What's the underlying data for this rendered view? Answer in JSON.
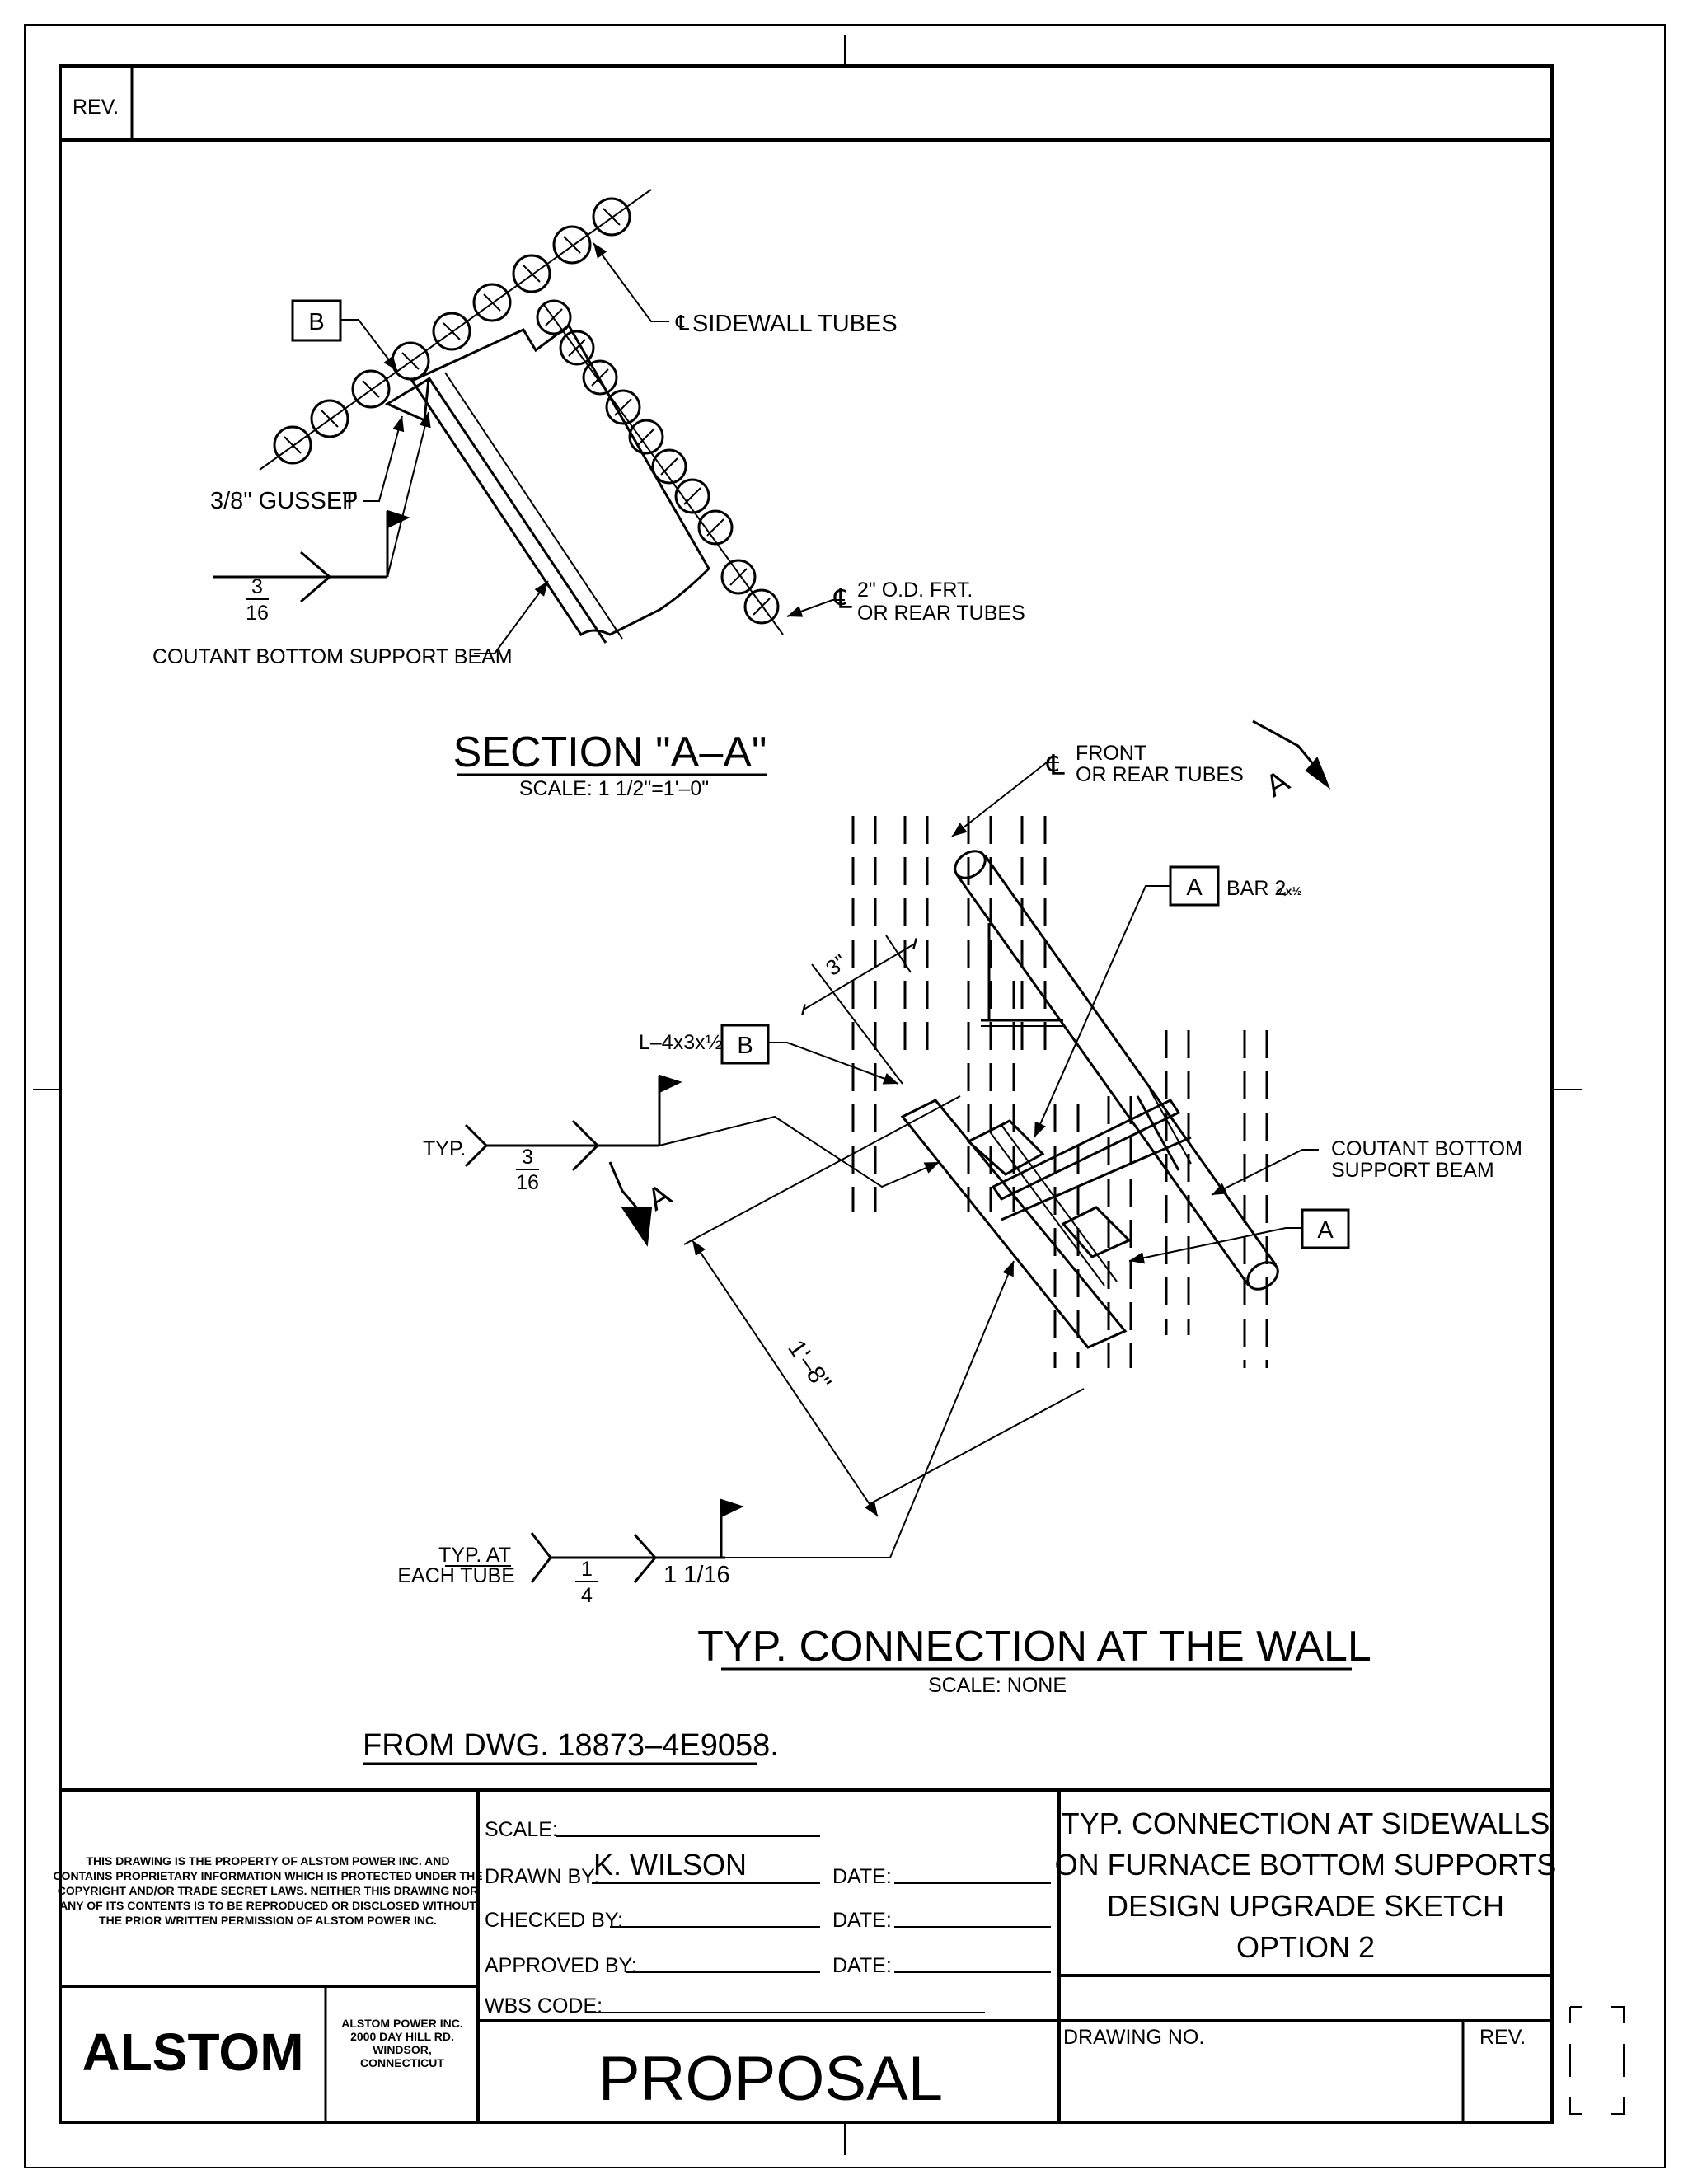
{
  "border": {
    "rev_label": "REV."
  },
  "section_aa": {
    "title": "SECTION \"A–A\"",
    "scale": "SCALE:  1 1/2\"=1'–0\"",
    "label_sidewall": "SIDEWALL TUBES",
    "label_gusset": "3/8\" GUSSET",
    "label_gusset_plate": "P",
    "label_front_tubes_1": "2\" O.D. FRT.",
    "label_front_tubes_2": "OR REAR TUBES",
    "label_beam": "COUTANT BOTTOM SUPPORT BEAM",
    "weld_num": "3",
    "weld_den": "16",
    "tag_b": "B"
  },
  "connection": {
    "title": "TYP. CONNECTION AT THE WALL",
    "scale": "SCALE:  NONE",
    "label_front_1": "FRONT",
    "label_front_2": "OR REAR TUBES",
    "label_bar": "BAR 2",
    "label_bar_frac": "¼x½",
    "tag_a_top": "A",
    "tag_a_right": "A",
    "tag_b": "B",
    "label_angle": "L–4x3x½",
    "label_beam_1": "COUTANT BOTTOM",
    "label_beam_2": "SUPPORT BEAM",
    "dim_3": "3\"",
    "dim_length": "1'–8\"",
    "typ_label": "TYP.",
    "weld1_num": "3",
    "weld1_den": "16",
    "typ_each_1": "TYP. AT",
    "typ_each_2": "EACH TUBE",
    "weld2_num": "1",
    "weld2_den": "4",
    "weld2_length": "1 1/16",
    "section_marker_top": "A",
    "section_marker_bottom": "A"
  },
  "reference": "FROM DWG. 18873–4E9058.",
  "title_block": {
    "legal_lines": [
      "THIS DRAWING IS THE PROPERTY OF ALSTOM POWER INC. AND",
      "CONTAINS PROPRIETARY INFORMATION WHICH IS PROTECTED UNDER THE",
      "COPYRIGHT AND/OR TRADE SECRET LAWS. NEITHER THIS DRAWING NOR",
      "ANY OF ITS CONTENTS IS TO BE REPRODUCED OR DISCLOSED WITHOUT",
      "THE PRIOR WRITTEN PERMISSION OF ALSTOM POWER INC."
    ],
    "logo": "ALSTOM",
    "address_lines": [
      "ALSTOM POWER INC.",
      "2000 DAY HILL RD.",
      "WINDSOR,",
      "CONNECTICUT"
    ],
    "scale_label": "SCALE:",
    "drawn_by_label": "DRAWN BY:",
    "drawn_by_value": "K. WILSON",
    "checked_by_label": "CHECKED BY:",
    "approved_by_label": "APPROVED BY:",
    "date_label": "DATE:",
    "wbs_label": "WBS CODE:",
    "status": "PROPOSAL",
    "title_lines": [
      "TYP. CONNECTION AT SIDEWALLS",
      "ON FURNACE BOTTOM SUPPORTS",
      "DESIGN UPGRADE SKETCH",
      "OPTION 2"
    ],
    "drawing_no_label": "DRAWING NO.",
    "rev_label": "REV."
  }
}
